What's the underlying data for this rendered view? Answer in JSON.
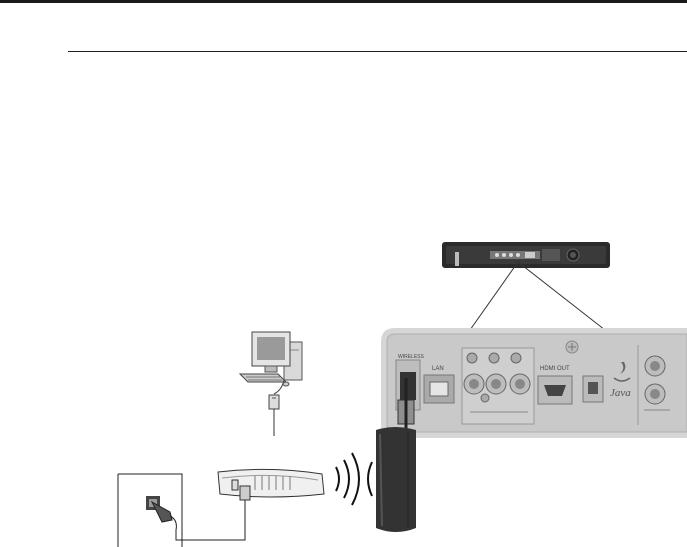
{
  "panel": {
    "lan_label": "LAN",
    "hdmi_label": "HDMI OUT",
    "java_label": "Java"
  }
}
